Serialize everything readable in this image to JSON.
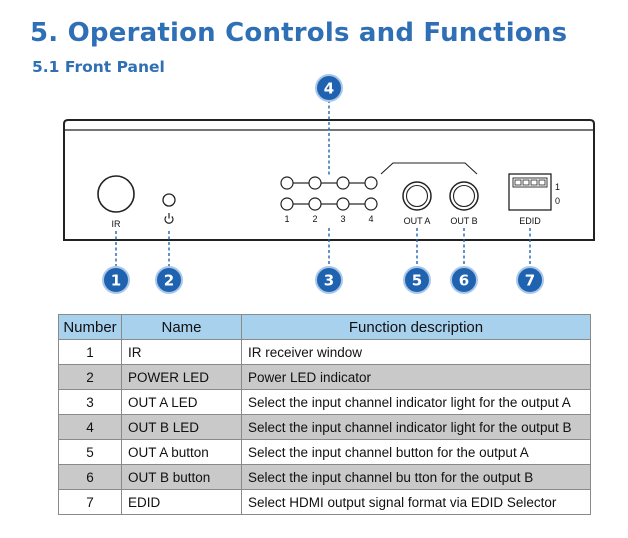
{
  "page": {
    "title": "5. Operation Controls and Functions",
    "subtitle": "5.1 Front Panel"
  },
  "panel": {
    "labels": {
      "ir": "IR",
      "led_1": "1",
      "led_2": "2",
      "led_3": "3",
      "led_4": "4",
      "out_a": "OUT A",
      "out_b": "OUT B",
      "edid": "EDID",
      "switch_1": "1",
      "switch_0": "0"
    },
    "callouts": [
      "1",
      "2",
      "3",
      "4",
      "5",
      "6",
      "7"
    ],
    "colors": {
      "callout": "#1f63b0",
      "panel_stroke": "#222222",
      "leader": "#1f63b0"
    },
    "icons": {
      "power": "power-icon"
    }
  },
  "table": {
    "headers": [
      "Number",
      "Name",
      "Function description"
    ],
    "rows": [
      {
        "number": "1",
        "name": "IR",
        "description": "IR receiver window"
      },
      {
        "number": "2",
        "name": "POWER LED",
        "description": "Power LED indicator"
      },
      {
        "number": "3",
        "name": "OUT A LED",
        "description": "Select the input channel indicator light for the output A"
      },
      {
        "number": "4",
        "name": "OUT B LED",
        "description": "Select the input channel indicator light for the output B"
      },
      {
        "number": "5",
        "name": "OUT A button",
        "description": "Select the input channel button for the output A"
      },
      {
        "number": "6",
        "name": "OUT B button",
        "description": "Select the input channel bu tton for the output B"
      },
      {
        "number": "7",
        "name": "EDID",
        "description": "Select HDMI output signal format via EDID Selector"
      }
    ],
    "colors": {
      "header_bg": "#a8d1ee",
      "shaded_row_bg": "#c9c9c9",
      "border": "#8a8a8a"
    }
  }
}
